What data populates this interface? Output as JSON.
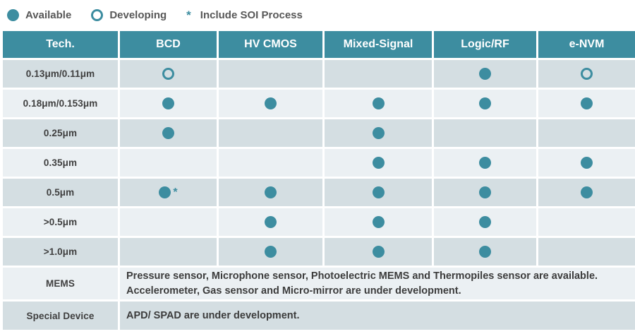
{
  "legend": {
    "available_label": "Available",
    "developing_label": "Developing",
    "soi_star": "*",
    "soi_label": "Include SOI Process"
  },
  "colors": {
    "teal": "#3d8da0",
    "row_dark": "#d4dee2",
    "row_light": "#ebf0f3"
  },
  "chart_data": {
    "type": "table",
    "legend_entries": [
      "Available",
      "Developing",
      "* Include SOI Process"
    ],
    "columns": [
      "Tech.",
      "BCD",
      "HV CMOS",
      "Mixed-Signal",
      "Logic/RF",
      "e-NVM"
    ],
    "cell_state_meaning": {
      "filled": "Available",
      "open": "Developing",
      "filled-star": "Available (includes SOI process)",
      "": "Not offered"
    },
    "rows": [
      {
        "label": "0.13μm/0.11μm",
        "cells": [
          "open",
          "",
          "",
          "filled",
          "open"
        ]
      },
      {
        "label": "0.18μm/0.153μm",
        "cells": [
          "filled",
          "filled",
          "filled",
          "filled",
          "filled"
        ]
      },
      {
        "label": "0.25μm",
        "cells": [
          "filled",
          "",
          "filled",
          "",
          ""
        ]
      },
      {
        "label": "0.35μm",
        "cells": [
          "",
          "",
          "filled",
          "filled",
          "filled"
        ]
      },
      {
        "label": "0.5μm",
        "cells": [
          "filled-star",
          "filled",
          "filled",
          "filled",
          "filled"
        ]
      },
      {
        "label": ">0.5μm",
        "cells": [
          "",
          "filled",
          "filled",
          "filled",
          ""
        ]
      },
      {
        "label": ">1.0μm",
        "cells": [
          "",
          "filled",
          "filled",
          "filled",
          ""
        ]
      }
    ],
    "text_rows": [
      {
        "label": "MEMS",
        "lines": [
          "Pressure sensor, Microphone sensor, Photoelectric MEMS and Thermopiles sensor are available.",
          "Accelerometer, Gas sensor and Micro-mirror are under development."
        ]
      },
      {
        "label": "Special Device",
        "lines": [
          "APD/ SPAD are under development."
        ]
      }
    ]
  }
}
